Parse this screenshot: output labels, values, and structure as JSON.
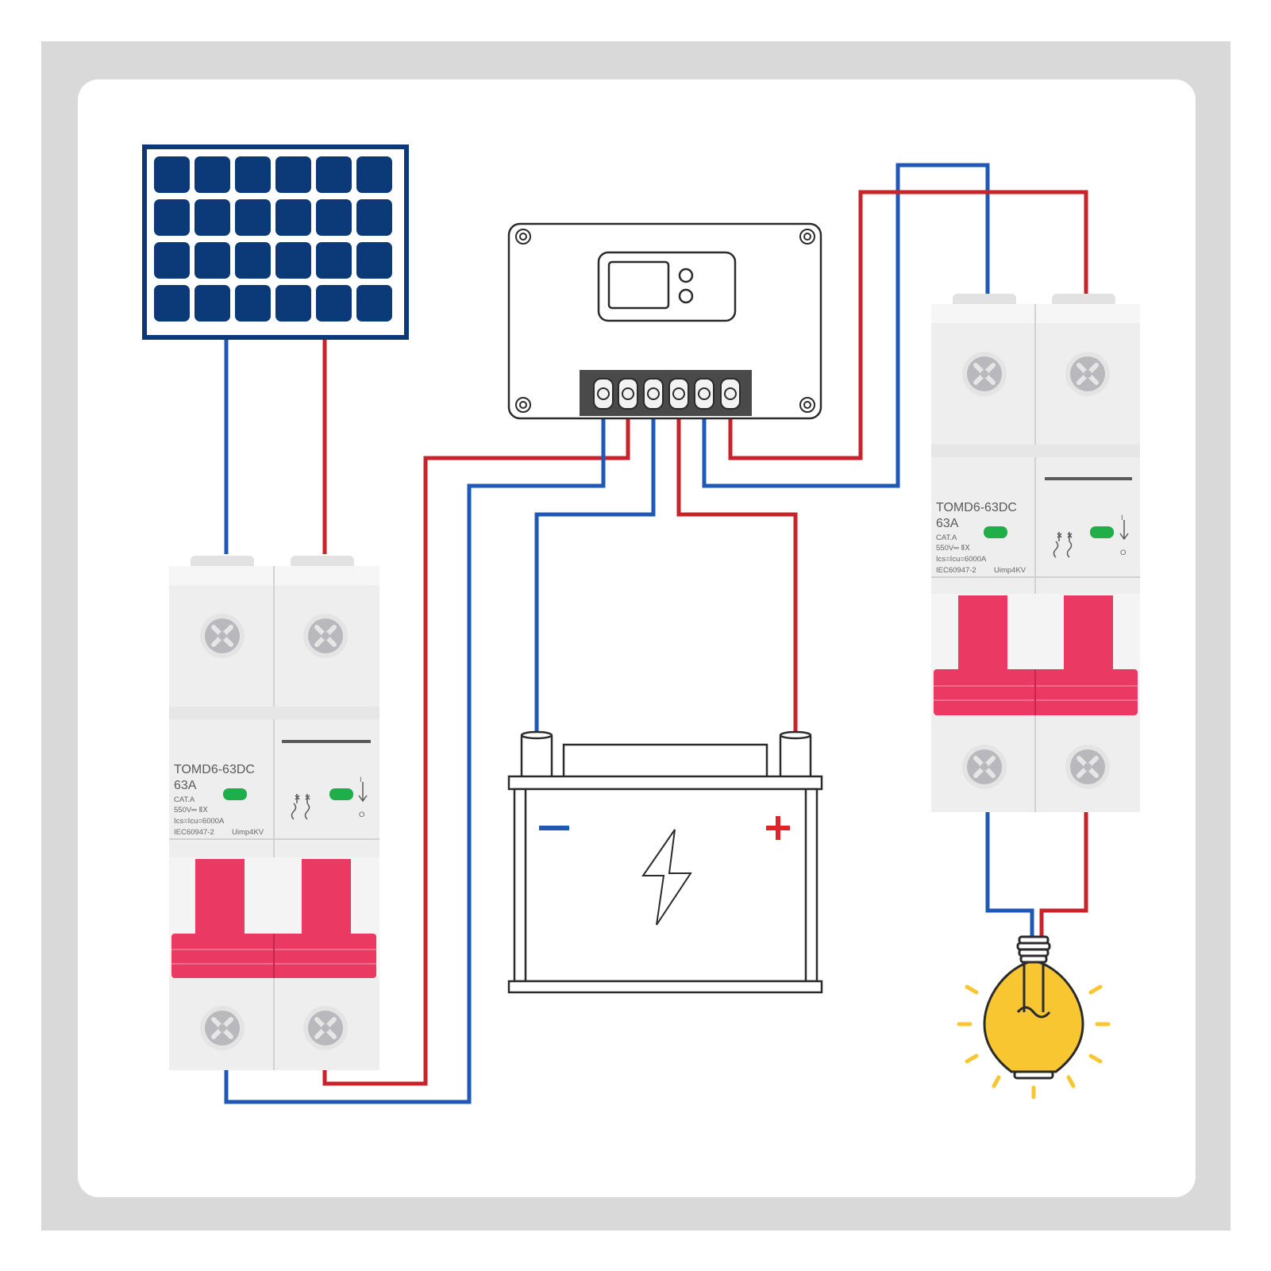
{
  "colors": {
    "frame": "#d9d9d9",
    "background": "#ffffff",
    "wire_positive": "#c8232b",
    "wire_negative": "#1f58b5",
    "panel_cell": "#0c3a78",
    "breaker_handle": "#ea3a64",
    "indicator": "#1fae49",
    "bulb": "#f7c631"
  },
  "components": {
    "solar_panel": {
      "icon": "solar-panel-icon"
    },
    "controller": {
      "icon": "charge-controller-icon"
    },
    "battery": {
      "icon": "battery-icon",
      "minus": "−",
      "plus": "+"
    },
    "bulb": {
      "icon": "light-bulb-icon"
    }
  },
  "breaker_left": {
    "model": "TOMD6-63DC",
    "rating": "63A",
    "category": "CAT.A",
    "voltage": "550V═ ⅡⅩ",
    "breaking": "Ics=Icu=6000A",
    "standard": "IEC60947-2",
    "uimp": "Uimp4KV",
    "on_mark": "I",
    "off_mark": "O"
  },
  "breaker_right": {
    "model": "TOMD6-63DC",
    "rating": "63A",
    "category": "CAT.A",
    "voltage": "550V═ ⅡⅩ",
    "breaking": "Ics=Icu=6000A",
    "standard": "IEC60947-2",
    "uimp": "Uimp4KV",
    "on_mark": "I",
    "off_mark": "O"
  }
}
